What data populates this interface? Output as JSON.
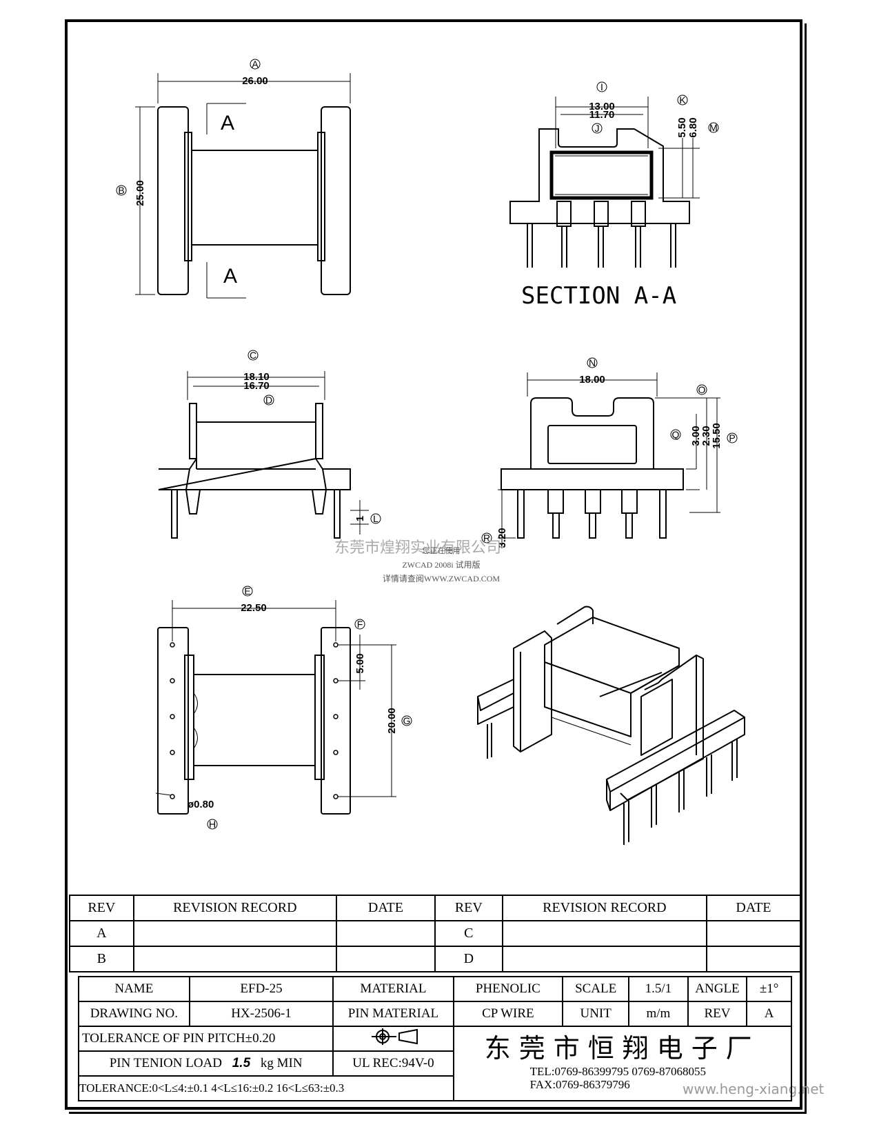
{
  "views": {
    "top": {
      "dim_width": "26.00",
      "dim_width_ref": "A",
      "dim_height": "25.00",
      "dim_height_ref": "B",
      "section_mark": "A"
    },
    "section": {
      "title": "SECTION A-A",
      "dim_outer": "13.00",
      "dim_outer_ref": "I",
      "dim_inner": "11.70",
      "dim_inner_ref": "J",
      "dim_k": "5.50",
      "ref_k": "K",
      "dim_m": "6.80",
      "ref_m": "M"
    },
    "side": {
      "dim_outer": "18.10",
      "ref_outer": "C",
      "dim_inner": "16.70",
      "ref_inner": "D",
      "ref_l": "L",
      "dim_l": "1"
    },
    "front": {
      "dim_width": "18.00",
      "ref_width": "N",
      "ref_o": "O",
      "ref_q": "Q",
      "dim_q": "3.00",
      "dim_o": "2.30",
      "dim_p": "15.50",
      "ref_p": "P",
      "dim_r": "3.20",
      "ref_r": "R"
    },
    "bottom": {
      "dim_width": "22.50",
      "ref_width": "E",
      "dim_pitch": "5.00",
      "ref_pitch": "F",
      "dim_span": "20.00",
      "ref_span": "G",
      "dim_pin": "ø0.80",
      "ref_pin": "H"
    }
  },
  "watermarks": {
    "company": "东莞市煌翔实业有限公司",
    "line1": "您正在使用",
    "line2": "ZWCAD 2008i 试用版",
    "line3": "详情请查阅WWW.ZWCAD.COM",
    "site": "www.heng-xiang.net"
  },
  "revision": {
    "headers": [
      "REV",
      "REVISION RECORD",
      "DATE",
      "REV",
      "REVISION RECORD",
      "DATE"
    ],
    "rows": [
      [
        "A",
        "",
        "",
        "C",
        "",
        ""
      ],
      [
        "B",
        "",
        "",
        "D",
        "",
        ""
      ]
    ]
  },
  "title_block": {
    "name_label": "NAME",
    "name": "EFD-25",
    "material_label": "MATERIAL",
    "material": "PHENOLIC",
    "scale_label": "SCALE",
    "scale": "1.5/1",
    "angle_label": "ANGLE",
    "angle": "±1°",
    "drawing_no_label": "DRAWING NO.",
    "drawing_no": "HX-2506-1",
    "pin_material_label": "PIN MATERIAL",
    "pin_material": "CP WIRE",
    "unit_label": "UNIT",
    "unit": "m/m",
    "rev_label": "REV",
    "rev": "A",
    "tol_pitch": "TOLERANCE OF PIN PITCH±0.20",
    "pin_load_prefix": "PIN TENION LOAD",
    "pin_load_value": "1.5",
    "pin_load_suffix": "kg MIN",
    "ul": "UL REC:94V-0",
    "tolerance": "TOLERANCE:0<L≤4:±0.1  4<L≤16:±0.2  16<L≤63:±0.3",
    "company": "东莞市恒翔电子厂",
    "tel": "TEL:0769-86399795    0769-87068055",
    "fax": "FAX:0769-86379796"
  }
}
